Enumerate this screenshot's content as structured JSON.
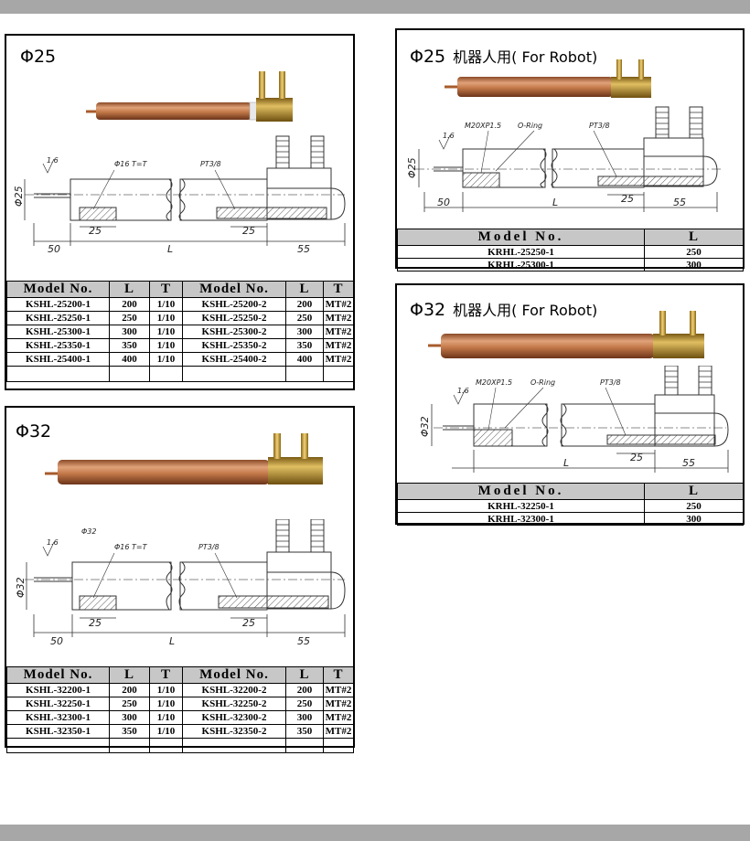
{
  "colors": {
    "band": "#a7a7a7",
    "copper": "#c47a4a",
    "brass": "#b58a2b",
    "header": "#c7c7c7"
  },
  "p1": {
    "title": "Φ25",
    "drawing": {
      "dia": "Φ25",
      "rough": "1.6",
      "d16": "Φ16 T=T",
      "pt": "PT3/8",
      "d50": "50",
      "d25a": "25",
      "d25b": "25",
      "L": "L",
      "d55": "55"
    },
    "headers": [
      "Model No.",
      "L",
      "T",
      "Model No.",
      "L",
      "T"
    ],
    "rows": [
      [
        "KSHL-25200-1",
        "200",
        "1/10",
        "KSHL-25200-2",
        "200",
        "MT#2"
      ],
      [
        "KSHL-25250-1",
        "250",
        "1/10",
        "KSHL-25250-2",
        "250",
        "MT#2"
      ],
      [
        "KSHL-25300-1",
        "300",
        "1/10",
        "KSHL-25300-2",
        "300",
        "MT#2"
      ],
      [
        "KSHL-25350-1",
        "350",
        "1/10",
        "KSHL-25350-2",
        "350",
        "MT#2"
      ],
      [
        "KSHL-25400-1",
        "400",
        "1/10",
        "KSHL-25400-2",
        "400",
        "MT#2"
      ]
    ]
  },
  "p2": {
    "title": "Φ32",
    "drawing": {
      "note": "Φ32",
      "dia": "Φ32",
      "rough": "1.6",
      "d16": "Φ16 T=T",
      "pt": "PT3/8",
      "d50": "50",
      "d25a": "25",
      "d25b": "25",
      "L": "L",
      "d55": "55"
    },
    "headers": [
      "Model No.",
      "L",
      "T",
      "Model No.",
      "L",
      "T"
    ],
    "rows": [
      [
        "KSHL-32200-1",
        "200",
        "1/10",
        "KSHL-32200-2",
        "200",
        "MT#2"
      ],
      [
        "KSHL-32250-1",
        "250",
        "1/10",
        "KSHL-32250-2",
        "250",
        "MT#2"
      ],
      [
        "KSHL-32300-1",
        "300",
        "1/10",
        "KSHL-32300-2",
        "300",
        "MT#2"
      ],
      [
        "KSHL-32350-1",
        "350",
        "1/10",
        "KSHL-32350-2",
        "350",
        "MT#2"
      ]
    ]
  },
  "p3": {
    "title": "Φ25",
    "subtitle": "机器人用( For Robot)",
    "drawing": {
      "dia": "Φ25",
      "rough": "1.6",
      "thread": "M20XP1.5",
      "oring": "O-Ring",
      "pt": "PT3/8",
      "d50": "50",
      "L": "L",
      "d25": "25",
      "d55": "55"
    },
    "headers": [
      "Model No.",
      "L"
    ],
    "rows": [
      [
        "KRHL-25250-1",
        "250"
      ],
      [
        "KRHL-25300-1",
        "300"
      ]
    ]
  },
  "p4": {
    "title": "Φ32",
    "subtitle": "机器人用( For Robot)",
    "drawing": {
      "dia": "Φ32",
      "rough": "1.6",
      "thread": "M20XP1.5",
      "oring": "O-Ring",
      "pt": "PT3/8",
      "L": "L",
      "d25": "25",
      "d55": "55"
    },
    "headers": [
      "Model No.",
      "L"
    ],
    "rows": [
      [
        "KRHL-32250-1",
        "250"
      ],
      [
        "KRHL-32300-1",
        "300"
      ]
    ]
  }
}
